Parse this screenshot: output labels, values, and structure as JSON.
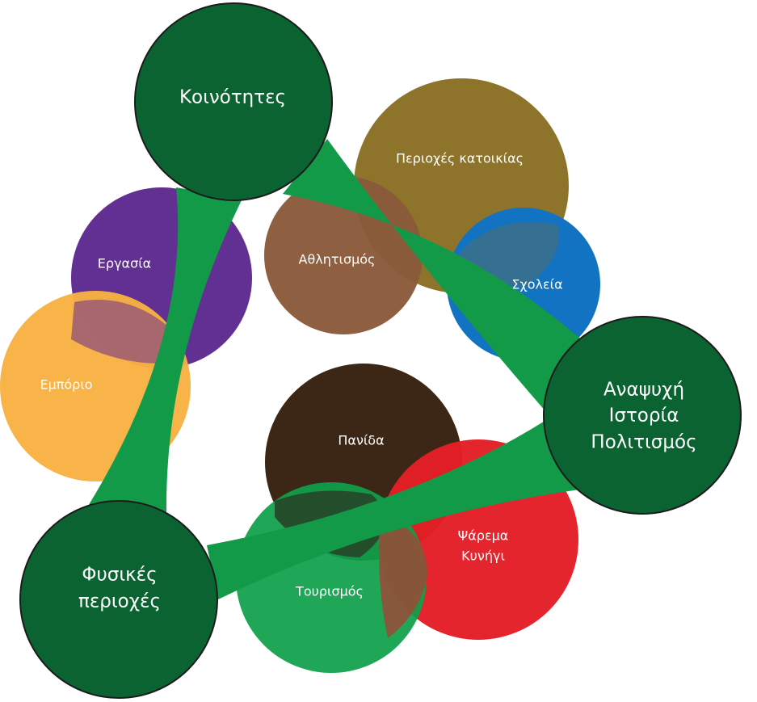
{
  "hubs": {
    "communities": {
      "lines": [
        "Κοινότητες"
      ],
      "color": "#0b6332"
    },
    "recreation": {
      "lines": [
        "Αναψυχή",
        "Ιστορία",
        "Πολιτισμός"
      ],
      "color": "#0b6332"
    },
    "natural": {
      "lines": [
        "Φυσικές",
        "περιοχές"
      ],
      "color": "#0b6332"
    }
  },
  "connector_color": "#139a48",
  "circles": {
    "residential": {
      "label": "Περιοχές κατοικίας",
      "color": "#8e742a"
    },
    "sports": {
      "label": "Αθλητισμός",
      "color": "#8a5a3b"
    },
    "schools": {
      "label": "Σχολεία",
      "color": "#1173c1"
    },
    "work": {
      "label": "Εργασία",
      "color": "#622f93"
    },
    "commerce": {
      "label": "Εμπόριο",
      "color": "#f8b142"
    },
    "fauna": {
      "label": "Πανίδα",
      "color": "#3c2615"
    },
    "fishing": {
      "lines": [
        "Ψάρεμα",
        "Κυνήγι"
      ],
      "color": "#e41e26"
    },
    "tourism": {
      "label": "Τουρισμός",
      "color": "#0ea04a"
    }
  }
}
